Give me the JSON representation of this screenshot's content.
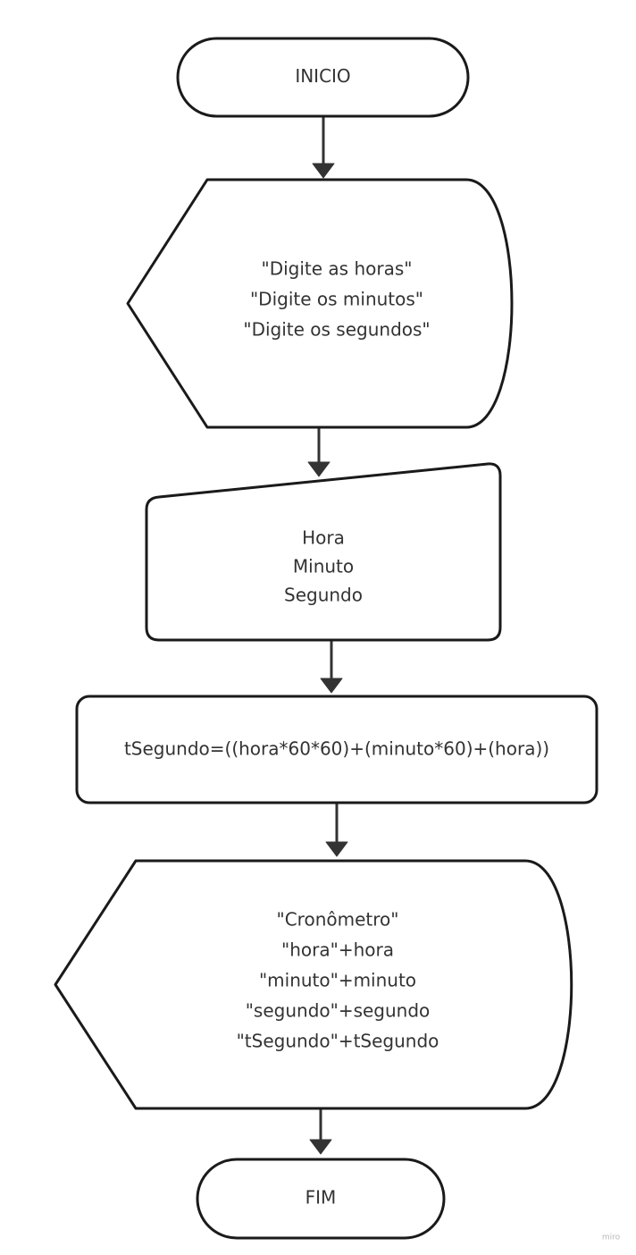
{
  "nodes": {
    "inicio": {
      "lines": [
        "INICIO"
      ]
    },
    "display_prompts": {
      "lines": [
        "\"Digite as horas\"",
        "\"Digite os minutos\"",
        "\"Digite os segundos\""
      ]
    },
    "manual_input": {
      "lines": [
        "Hora",
        "Minuto",
        "Segundo"
      ]
    },
    "process": {
      "lines": [
        "tSegundo=((hora*60*60)+(minuto*60)+(hora))"
      ]
    },
    "display_output": {
      "lines": [
        "\"Cronômetro\"",
        "\"hora\"+hora",
        "\"minuto\"+minuto",
        "\"segundo\"+segundo",
        "\"tSegundo\"+tSegundo"
      ]
    },
    "fim": {
      "lines": [
        "FIM"
      ]
    }
  },
  "edges": [
    {
      "from": "inicio",
      "to": "display_prompts"
    },
    {
      "from": "display_prompts",
      "to": "manual_input"
    },
    {
      "from": "manual_input",
      "to": "process"
    },
    {
      "from": "process",
      "to": "display_output"
    },
    {
      "from": "display_output",
      "to": "fim"
    }
  ],
  "watermark": "miro"
}
